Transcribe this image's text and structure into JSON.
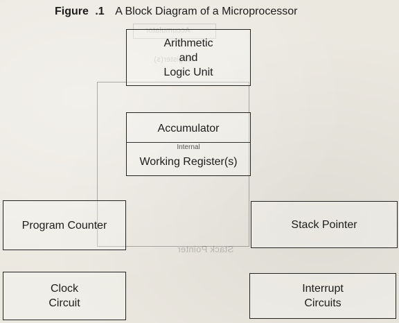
{
  "figure": {
    "label": "Figure",
    "number": ".1",
    "title": "A Block Diagram of a Microprocessor"
  },
  "blocks": {
    "alu": {
      "line1": "Arithmetic",
      "line2": "and",
      "line3": "Logic Unit"
    },
    "accumulator": "Accumulator",
    "internal": "Internal",
    "working_registers": "Working Register(s)",
    "program_counter": "Program Counter",
    "stack_pointer": "Stack Pointer",
    "clock": {
      "line1": "Clock",
      "line2": "Circuit"
    },
    "interrupt": {
      "line1": "Interrupt",
      "line2": "Circuits"
    }
  },
  "watermark": {
    "accumulator": "Accumulator",
    "registers": "Register(s)",
    "stack_pointer": "Stack Pointer"
  },
  "colors": {
    "paper": "#ebe8e0",
    "ink": "#1c1c1c"
  }
}
